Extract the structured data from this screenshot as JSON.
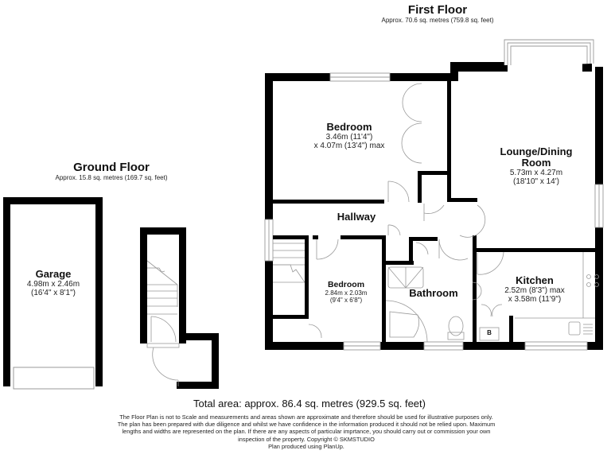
{
  "first_floor": {
    "title": "First Floor",
    "area": "Approx. 70.6 sq. metres (759.8 sq. feet)"
  },
  "ground_floor": {
    "title": "Ground Floor",
    "area": "Approx. 15.8 sq. metres (169.7 sq. feet)"
  },
  "rooms": {
    "garage": {
      "name": "Garage",
      "dim1": "4.98m x 2.46m",
      "dim2": "(16'4\" x 8'1\")"
    },
    "bedroom1": {
      "name": "Bedroom",
      "dim1": "3.46m (11'4\")",
      "dim2": "x 4.07m (13'4\") max"
    },
    "lounge": {
      "name1": "Lounge/Dining",
      "name2": "Room",
      "dim1": "5.73m x 4.27m",
      "dim2": "(18'10\" x 14')"
    },
    "hallway": {
      "name": "Hallway"
    },
    "bedroom2": {
      "name": "Bedroom",
      "dim1": "2.84m x 2.03m",
      "dim2": "(9'4\" x 6'8\")"
    },
    "bathroom": {
      "name": "Bathroom"
    },
    "kitchen": {
      "name": "Kitchen",
      "dim1": "2.52m (8'3\") max",
      "dim2": "x 3.58m (11'9\")"
    },
    "boiler": {
      "label": "B"
    }
  },
  "total_area": "Total area: approx. 86.4 sq. metres (929.5 sq. feet)",
  "disclaimer": {
    "line1": "The Floor Plan is not to Scale and measurements and areas shown are approximate and therefore should be used for illustrative purposes only.",
    "line2": "The plan has been prepared with due diligence and whilst we have confidence in the information produced it should not be relied upon. Maximum",
    "line3": "lengths and widths are represented on the plan. If there are any aspects of particular imprtance, you should carry out or commission your own",
    "line4": "inspection of the property. Copyright © SKMSTUDIO",
    "line5": "Plan produced using PlanUp."
  },
  "colors": {
    "wall": "#000000",
    "fixture": "#777777",
    "background": "#ffffff"
  }
}
